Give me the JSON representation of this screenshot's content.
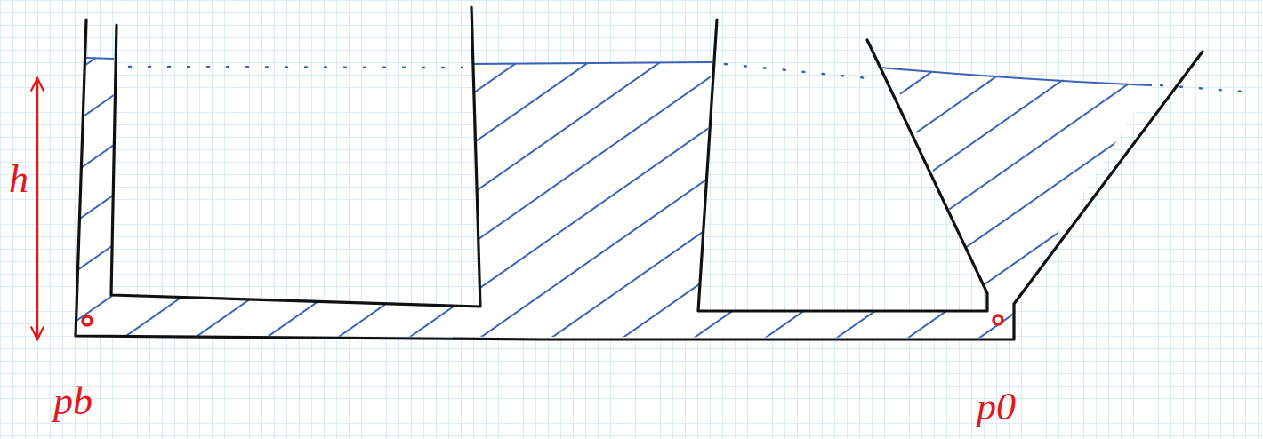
{
  "diagram": {
    "labels": [
      "h",
      "pb",
      "p0"
    ]
  }
}
